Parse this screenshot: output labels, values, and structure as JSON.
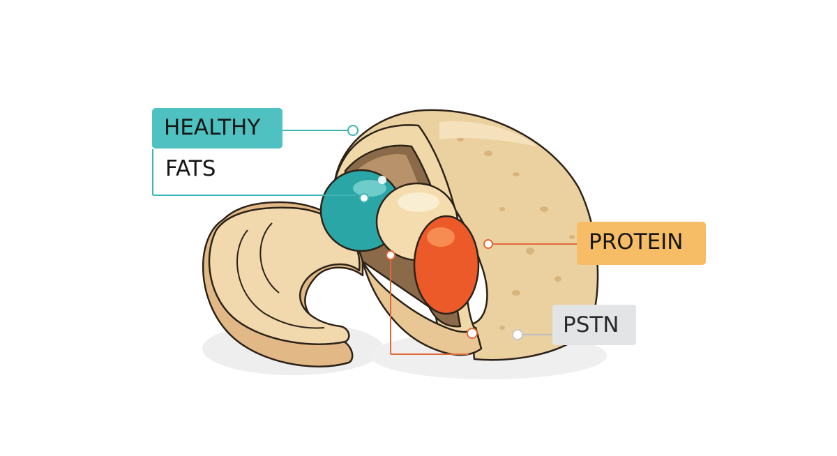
{
  "labels": {
    "healthy_fats_line1": "HEALTHY",
    "healthy_fats_line2": "FATS",
    "protein": "PROTEIN",
    "pstn": "PSTN"
  },
  "colors": {
    "healthy_fats_accent": "#4fc1c1",
    "protein_accent": "#f6bd66",
    "pstn_accent": "#e3e4e6",
    "teal_sphere": "#2aa6a6",
    "orange_sphere": "#ec5a2a",
    "cream_sphere": "#f4dcae",
    "nut_shell": "#ecd1a0",
    "cashew": "#f2d8ad",
    "leader_orange": "#e0693a",
    "outline": "#2b2218"
  },
  "icons": {
    "cashew": "cashew-illustration",
    "nut": "cut-nut-illustration"
  }
}
